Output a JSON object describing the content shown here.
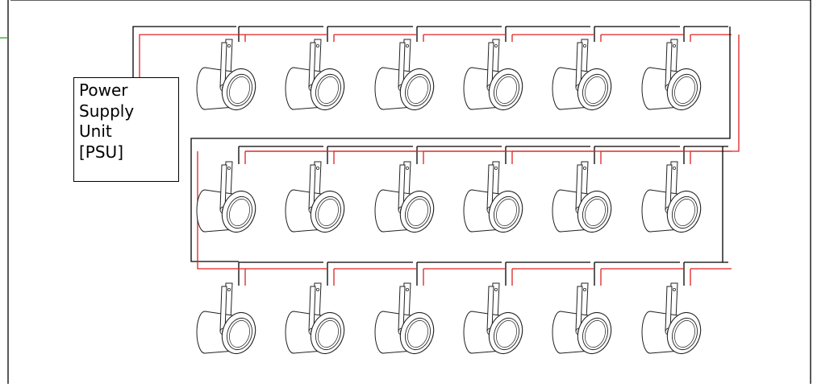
{
  "psu": {
    "label": "Power\nSupply\nUnit\n[PSU]"
  },
  "layout": {
    "rows": 3,
    "columns": 6
  },
  "colors": {
    "positive_wire": "#e02020",
    "negative_wire": "#000000",
    "fixture_stroke": "#222222",
    "accent_tick": "#22aa22"
  }
}
